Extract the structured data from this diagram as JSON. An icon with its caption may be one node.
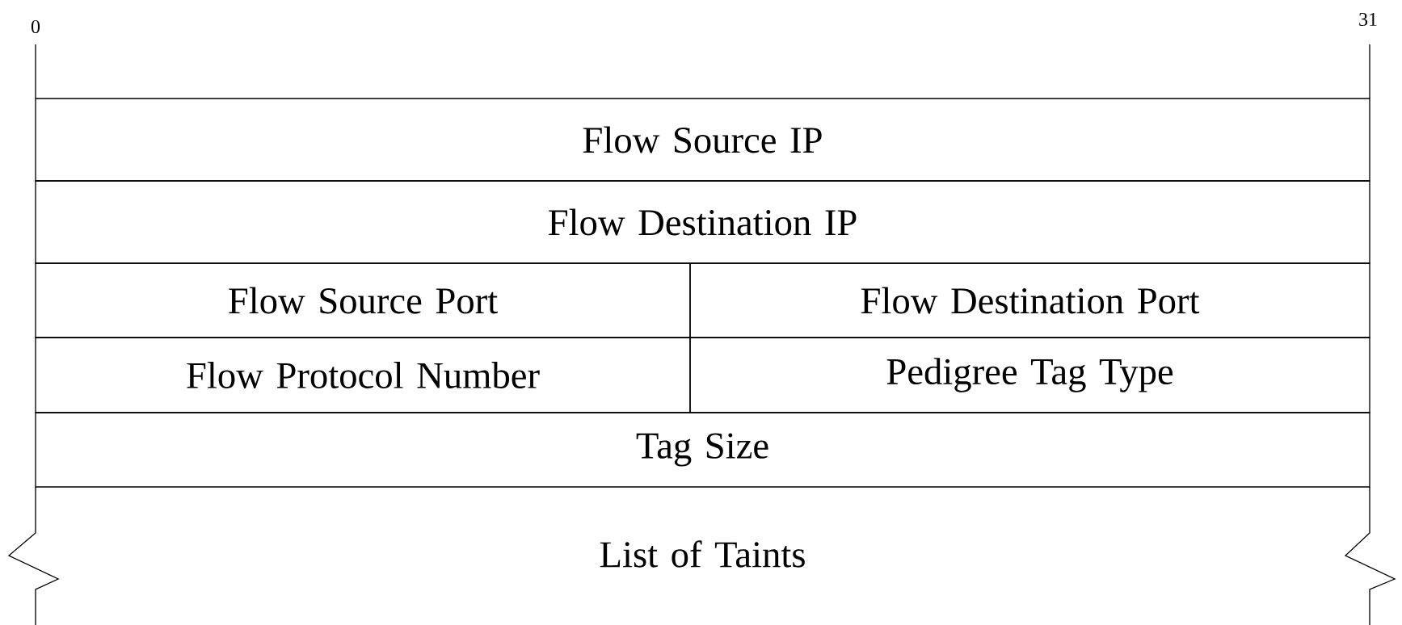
{
  "diagram": {
    "nodes": [
      {
        "text": [
          "Flow Source IP"
        ]
      },
      {
        "text": [
          "Flow Destination IP"
        ]
      },
      {
        "text": [
          "Flow Source Port"
        ]
      },
      {
        "text": [
          "Flow Destination Port"
        ]
      },
      {
        "text": [
          "Flow Protocol Number"
        ]
      },
      {
        "text": [
          "Pedigree Tag Type"
        ]
      },
      {
        "text": [
          "Tag Size"
        ]
      },
      {
        "text": [
          "List of Taints"
        ]
      }
    ],
    "labels": [
      "0",
      "31"
    ]
  }
}
